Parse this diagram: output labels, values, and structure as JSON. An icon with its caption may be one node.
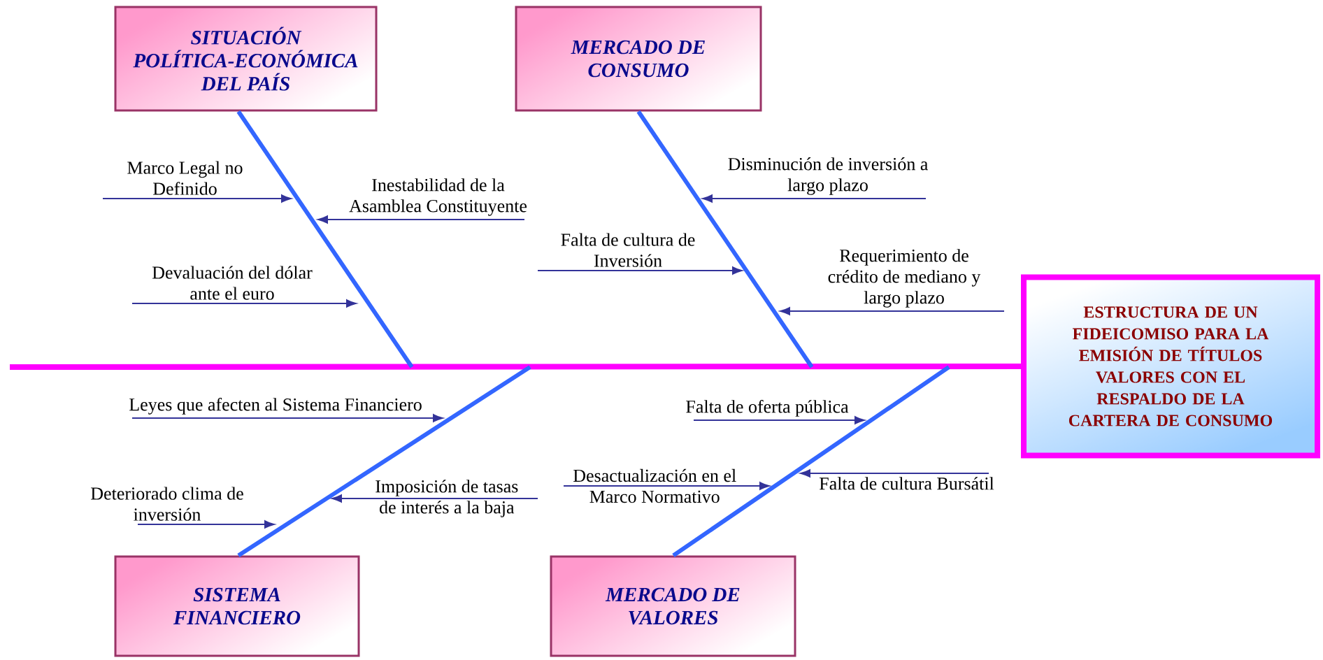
{
  "diagram": {
    "nodes": [
      {
        "text": [
          "ESTRUCTURA DE UN FIDEICOMISO PARA LA EMISIÓN DE TÍTULOS VALORES CON EL RESPALDO DE LA CARTERA DE CONSUMO"
        ]
      },
      {
        "text": [
          "SITUACIÓN POLÍTICA-ECONÓMICA DEL PAÍS"
        ]
      },
      {
        "text": [
          "MERCADO DE CONSUMO"
        ]
      },
      {
        "text": [
          "SISTEMA FINANCIERO"
        ]
      },
      {
        "text": [
          "MERCADO DE VALORES"
        ]
      },
      {
        "text": [
          "Marco Legal no Definido"
        ]
      },
      {
        "text": [
          "Inestabilidad de la Asamblea Constituyente"
        ]
      },
      {
        "text": [
          "Devaluación del dólar ante el euro"
        ]
      },
      {
        "text": [
          "Disminución de inversión a largo plazo"
        ]
      },
      {
        "text": [
          "Falta de cultura de Inversión"
        ]
      },
      {
        "text": [
          "Requerimiento de crédito de mediano y largo plazo"
        ]
      },
      {
        "text": [
          "Leyes que afecten al Sistema Financiero"
        ]
      },
      {
        "text": [
          "Deteriorado clima de inversión"
        ]
      },
      {
        "text": [
          "Imposición de tasas de interés a la baja"
        ]
      },
      {
        "text": [
          "Falta de oferta pública"
        ]
      },
      {
        "text": [
          "Desactualización en el Marco Normativo"
        ]
      },
      {
        "text": [
          "Falta de cultura Bursátil"
        ]
      }
    ],
    "edges": [
      {
        "from": null,
        "to": 0,
        "arrow": "none",
        "style": "thick",
        "color": "#ff00ff"
      },
      {
        "from": 1,
        "to": null,
        "arrow": "none",
        "style": "thick",
        "color": "#3366ff"
      },
      {
        "from": 2,
        "to": null,
        "arrow": "none",
        "style": "thick",
        "color": "#3366ff"
      },
      {
        "from": 3,
        "to": null,
        "arrow": "none",
        "style": "thick",
        "color": "#3366ff"
      },
      {
        "from": 4,
        "to": null,
        "arrow": "none",
        "style": "thick",
        "color": "#3366ff"
      },
      {
        "from": 5,
        "to": null,
        "arrow": "to"
      },
      {
        "from": 6,
        "to": null,
        "arrow": "to"
      },
      {
        "from": 7,
        "to": null,
        "arrow": "to"
      },
      {
        "from": 8,
        "to": null,
        "arrow": "to"
      },
      {
        "from": 9,
        "to": null,
        "arrow": "to"
      },
      {
        "from": 10,
        "to": null,
        "arrow": "to"
      },
      {
        "from": 11,
        "to": null,
        "arrow": "to"
      },
      {
        "from": 12,
        "to": null,
        "arrow": "to"
      },
      {
        "from": 13,
        "to": null,
        "arrow": "to"
      },
      {
        "from": 14,
        "to": null,
        "arrow": "to"
      },
      {
        "from": 15,
        "to": null,
        "arrow": "to"
      },
      {
        "from": 16,
        "to": null,
        "arrow": "to"
      }
    ]
  }
}
